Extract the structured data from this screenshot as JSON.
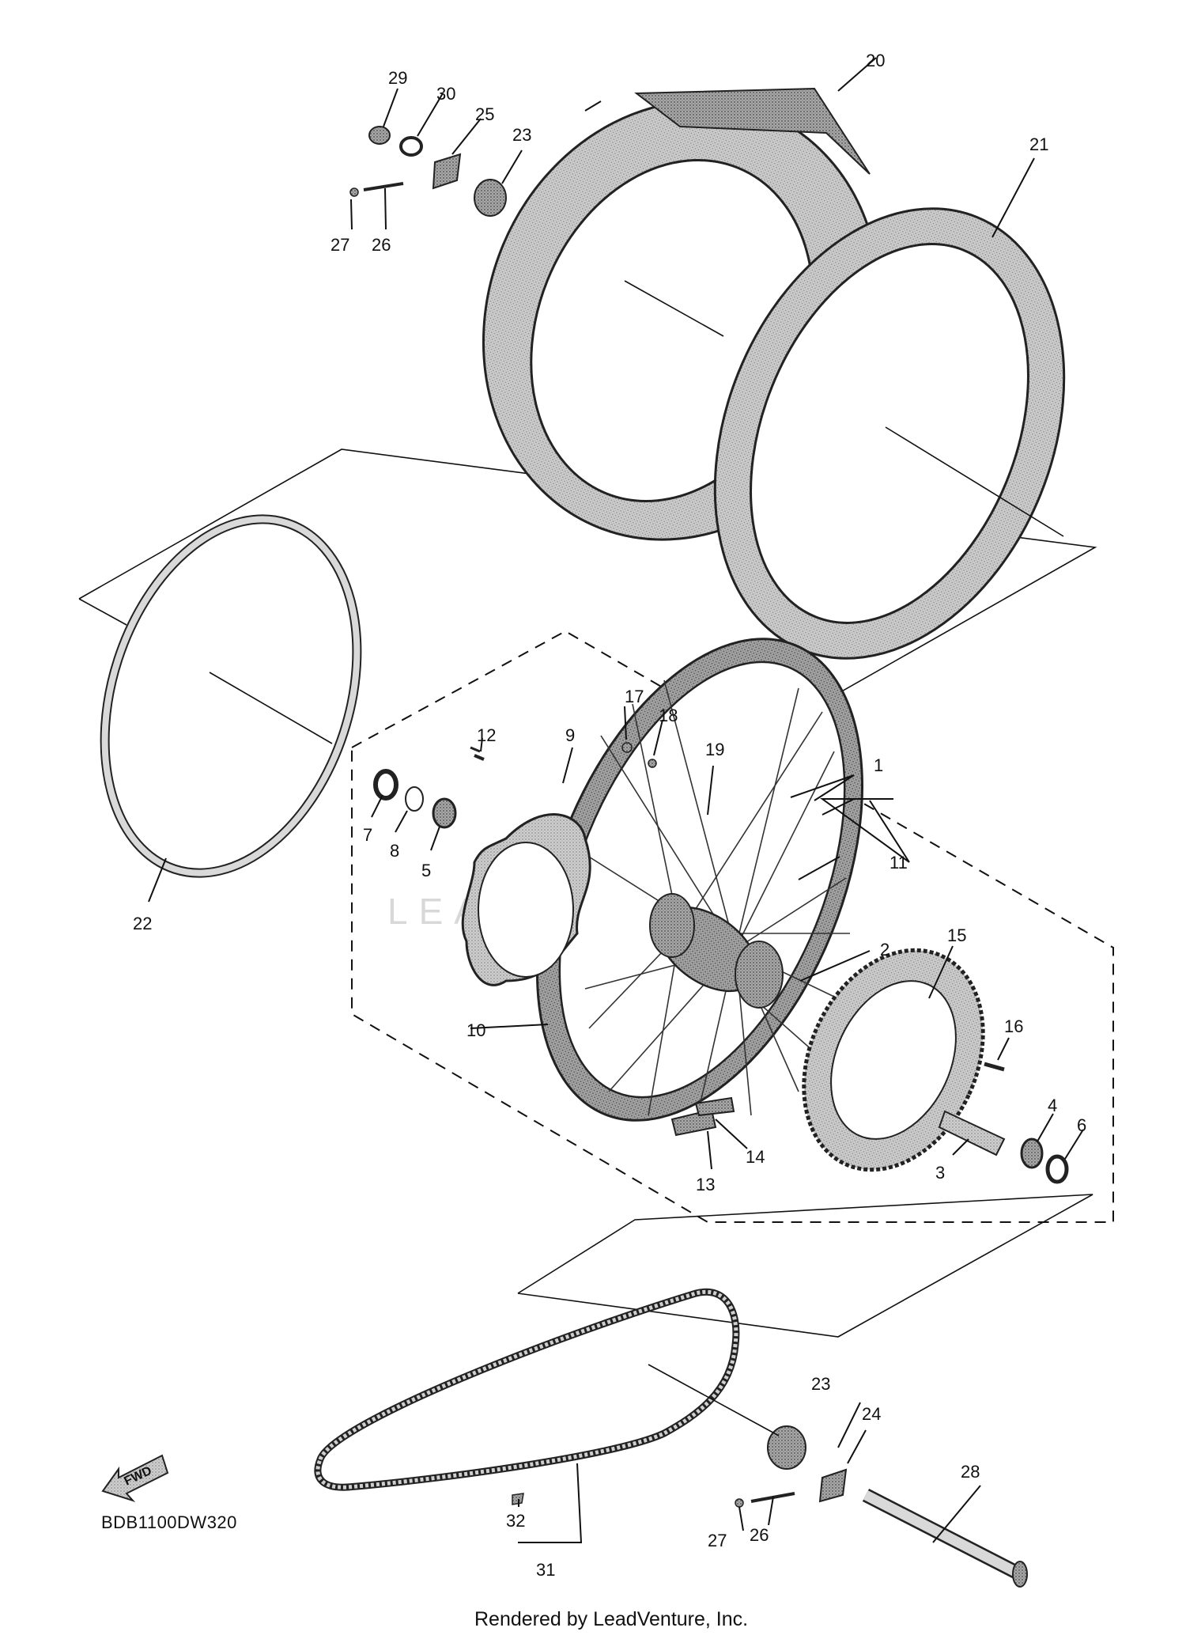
{
  "diagram": {
    "code": "BDB1100DW320",
    "footer": "Rendered by LeadVenture, Inc.",
    "fwd_label": "FWD",
    "watermark": "LEADVENTURE",
    "colors": {
      "line": "#111111",
      "part_fill": "#c4c4c4",
      "part_dark": "#9a9a9a",
      "background": "#ffffff"
    }
  },
  "callouts": [
    {
      "n": "1",
      "part": "cast-wheel-rear"
    },
    {
      "n": "2",
      "part": "hub"
    },
    {
      "n": "3",
      "part": "collar"
    },
    {
      "n": "4",
      "part": "bearing"
    },
    {
      "n": "5",
      "part": "bearing"
    },
    {
      "n": "6",
      "part": "circlip"
    },
    {
      "n": "7",
      "part": "oil-seal"
    },
    {
      "n": "8",
      "part": "o-ring"
    },
    {
      "n": "9",
      "part": "brake-disc"
    },
    {
      "n": "10",
      "part": "rim"
    },
    {
      "n": "11",
      "part": "spoke-set"
    },
    {
      "n": "12",
      "part": "bolt"
    },
    {
      "n": "13",
      "part": "tire-lock"
    },
    {
      "n": "14",
      "part": "tire-lock-nut"
    },
    {
      "n": "15",
      "part": "sprocket"
    },
    {
      "n": "16",
      "part": "bolt"
    },
    {
      "n": "17",
      "part": "nut"
    },
    {
      "n": "18",
      "part": "valve"
    },
    {
      "n": "19",
      "part": "spoke-nipple"
    },
    {
      "n": "20",
      "part": "tire"
    },
    {
      "n": "21",
      "part": "tube"
    },
    {
      "n": "22",
      "part": "rim-band"
    },
    {
      "n": "23",
      "part": "collar"
    },
    {
      "n": "24",
      "part": "chain-puller"
    },
    {
      "n": "25",
      "part": "chain-puller"
    },
    {
      "n": "26",
      "part": "adjusting-bolt"
    },
    {
      "n": "27",
      "part": "nut"
    },
    {
      "n": "28",
      "part": "wheel-axle"
    },
    {
      "n": "29",
      "part": "nut"
    },
    {
      "n": "30",
      "part": "washer"
    },
    {
      "n": "31",
      "part": "drive-chain"
    },
    {
      "n": "32",
      "part": "joint"
    }
  ]
}
